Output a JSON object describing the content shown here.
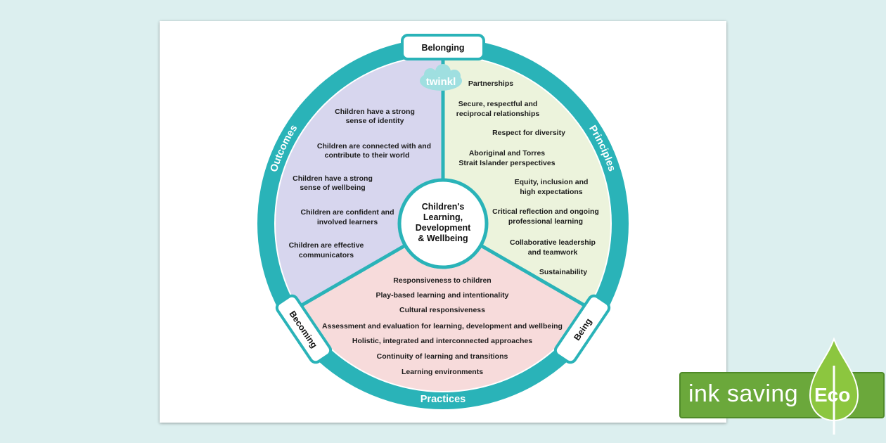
{
  "center": [
    "Children's",
    "Learning,",
    "Development",
    "& Wellbeing"
  ],
  "ring": {
    "top_tab": "Belonging",
    "left_tab": "Becoming",
    "right_tab": "Being",
    "outcomes": "Outcomes",
    "principles": "Principles",
    "practices": "Practices"
  },
  "logo": "twinkl",
  "outcomes": [
    [
      "Children have a strong",
      "sense of identity"
    ],
    [
      "Children are connected with and",
      "contribute to their world"
    ],
    [
      "Children have a strong",
      "sense of wellbeing"
    ],
    [
      "Children are confident and",
      "involved learners"
    ],
    [
      "Children are effective",
      "communicators"
    ]
  ],
  "principles": [
    [
      "Partnerships"
    ],
    [
      "Secure, respectful and",
      "reciprocal relationships"
    ],
    [
      "Respect for diversity"
    ],
    [
      "Aboriginal and Torres",
      "Strait Islander perspectives"
    ],
    [
      "Equity, inclusion and",
      "high expectations"
    ],
    [
      "Critical reflection and ongoing",
      "professional learning"
    ],
    [
      "Collaborative leadership",
      "and teamwork"
    ],
    [
      "Sustainability"
    ]
  ],
  "practices": [
    "Responsiveness to children",
    "Play-based learning and intentionality",
    "Cultural responsiveness",
    "Assessment and evaluation for learning, development and wellbeing",
    "Holistic, integrated and interconnected approaches",
    "Continuity of learning and transitions",
    "Learning environments"
  ],
  "eco_badge": {
    "text": "ink saving",
    "leaf": "Eco"
  },
  "colors": {
    "teal": "#2ab3b8",
    "outcomes_fill": "#d7d6ee",
    "principles_fill": "#ecf3dc",
    "practices_fill": "#f7dbdb",
    "eco_green": "#6ba83b"
  }
}
